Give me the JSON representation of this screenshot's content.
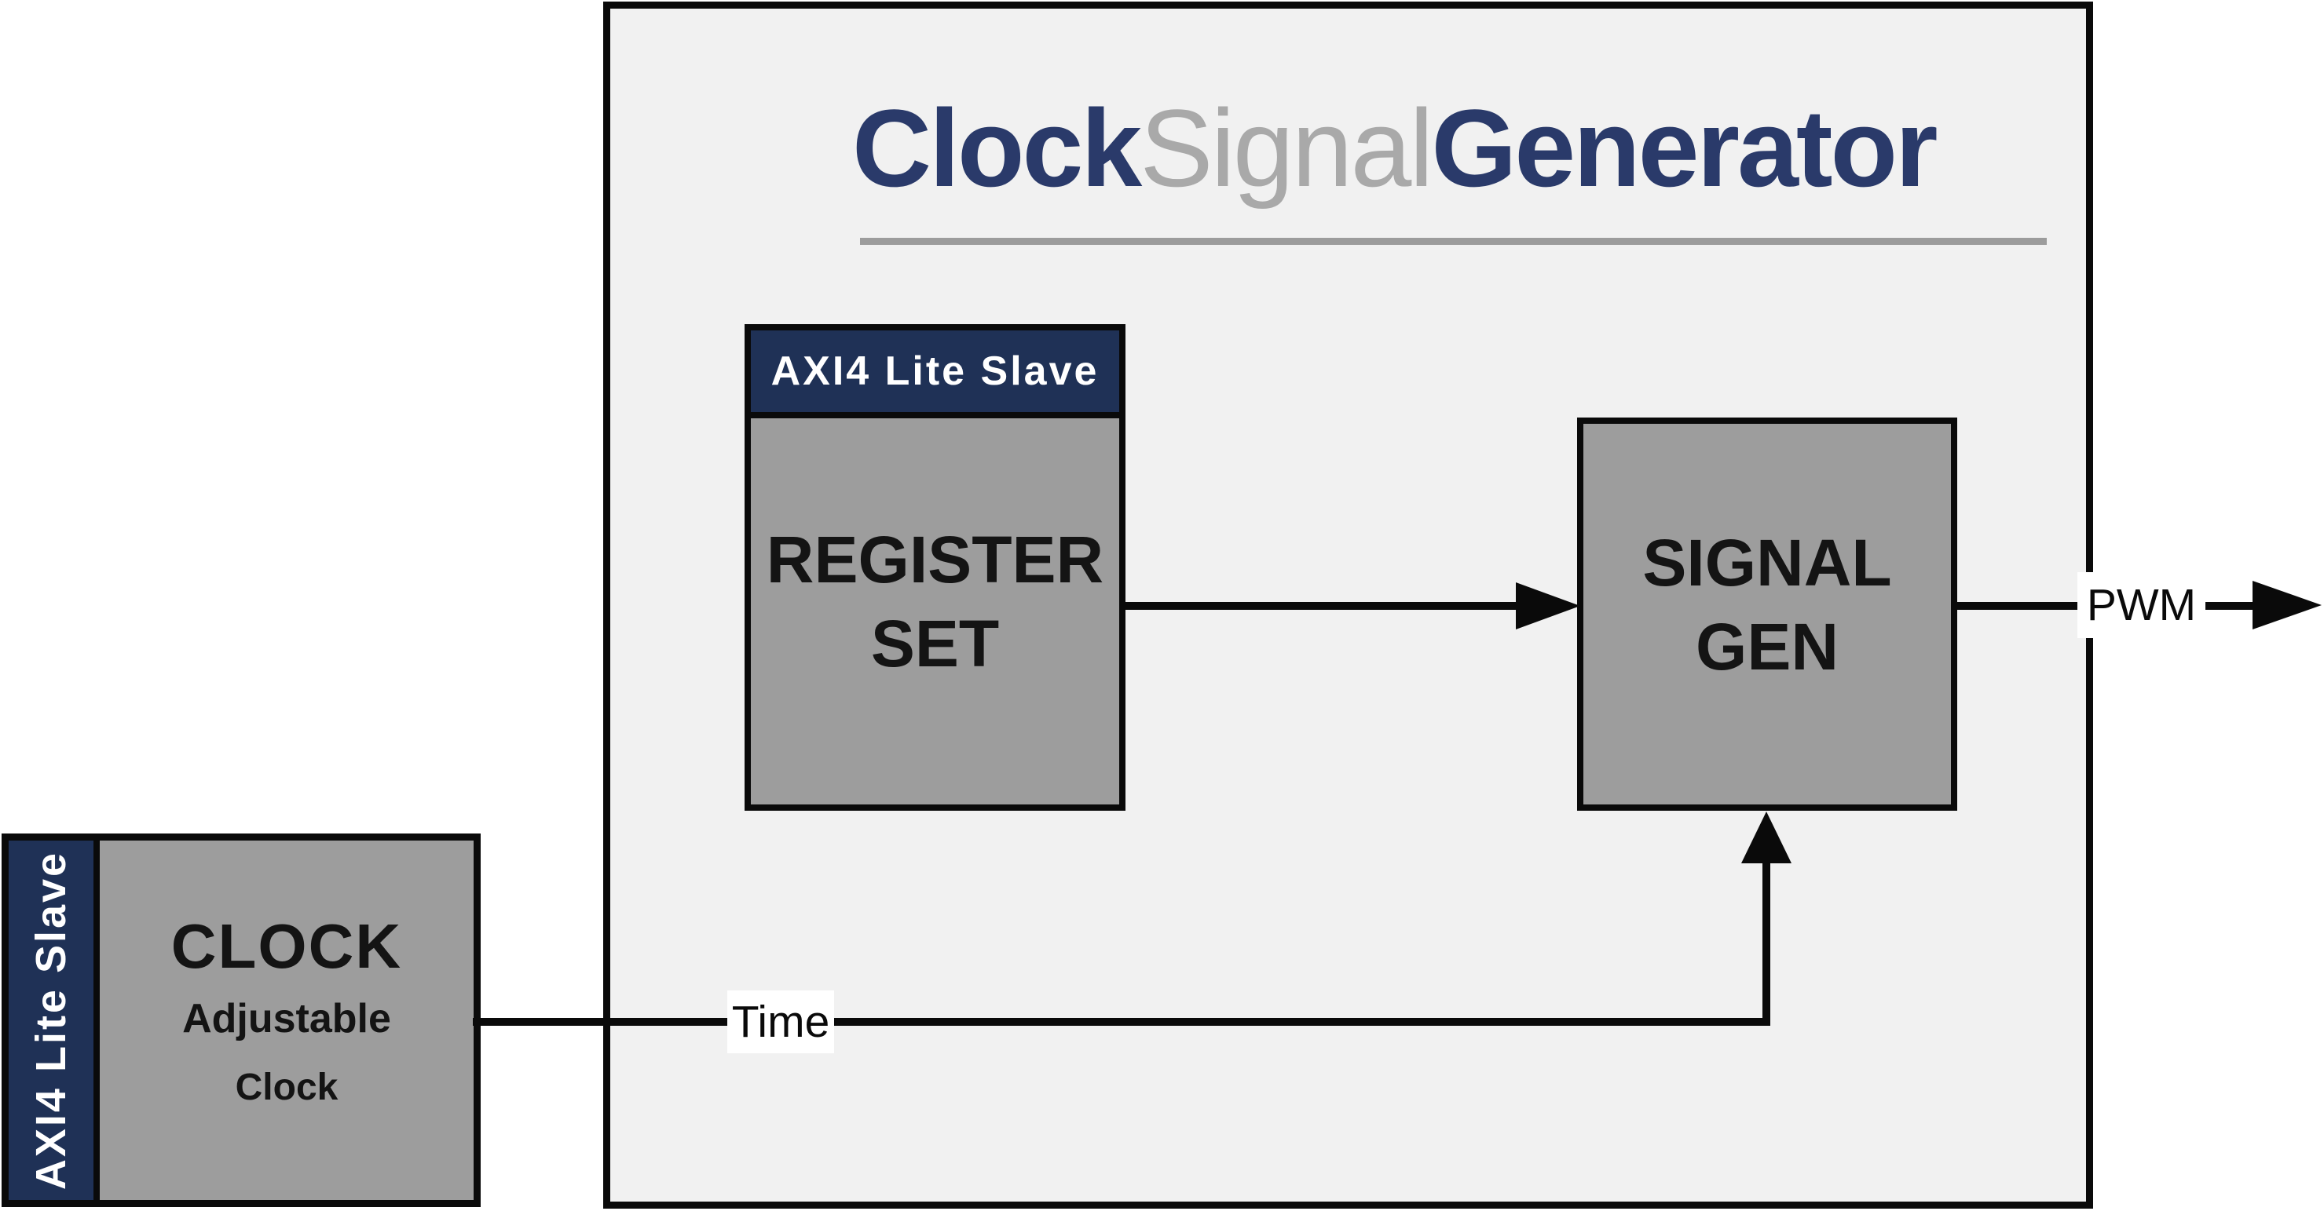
{
  "title": {
    "clock": "Clock",
    "signal": "Signal",
    "generator": "Generator"
  },
  "register_set": {
    "header": "AXI4 Lite Slave",
    "line1": "REGISTER",
    "line2": "SET"
  },
  "signal_gen": {
    "line1": "SIGNAL",
    "line2": "GEN"
  },
  "clock_block": {
    "side": "AXI4 Lite Slave",
    "name": "CLOCK",
    "desc1": "Adjustable",
    "desc2": "Clock"
  },
  "wires": {
    "time": "Time",
    "pwm": "PWM"
  },
  "colors": {
    "panel_bg": "#f1f1f1",
    "block_gray": "#9d9d9d",
    "header_navy": "#1f3156",
    "title_navy": "#2a3a6a",
    "title_gray": "#a9a9a9",
    "underline_gray": "#9c9c9c",
    "line_black": "#0a0a0a",
    "label_bg": "#ffffff"
  }
}
